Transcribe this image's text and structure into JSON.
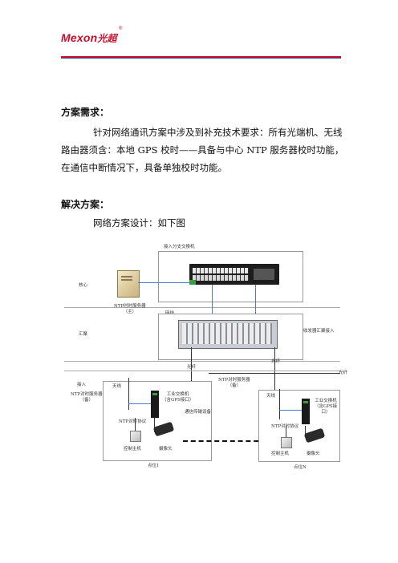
{
  "header": {
    "logo_text": "Mexon",
    "logo_cn": "光超",
    "registered_mark": "®",
    "brand_color": "#c8102e"
  },
  "section1": {
    "title": "方案需求：",
    "body_lines": [
      "针对网络通讯方案中涉及到补充技术要求：所有光端机、无线",
      "路由器须含：本地 GPS 校时——具备与中心 NTP 服务器校时功能，",
      "在通信中断情况下，具备单独校时功能。"
    ]
  },
  "section2": {
    "title": "解决方案：",
    "body": "网络方案设计：如下图"
  },
  "diagram": {
    "top_label": "接入分支交换机",
    "core_label": "核心",
    "ntp_main": "NTP时时服务器\n（主）",
    "network_label": "网线",
    "aggregation_label": "汇聚",
    "transceiver_label": "收发器汇聚接入",
    "fiber_1": "光纤",
    "fiber_2": "光纤",
    "fiber_3": "光纤",
    "ntp_backup_2": "NTP对时服务器\n（备）",
    "access_label": "接入",
    "antenna_1": "天线",
    "antenna_2": "天线",
    "ntp_backup_1": "NTP对时服务器\n（备）",
    "switch_1": "工业交换机\n（含GPS接口）",
    "switch_2": "工业交换机\n（含GPS接口）",
    "ntp_protocol_1": "NTP对时协议",
    "ntp_protocol_2": "NTP对时协议",
    "comm_device": "通信传输设备",
    "control_host_1": "控制主机",
    "camera_1": "摄像头",
    "control_host_2": "控制主机",
    "camera_2": "摄像头",
    "site_1": "点位1",
    "site_n": "点位N"
  }
}
